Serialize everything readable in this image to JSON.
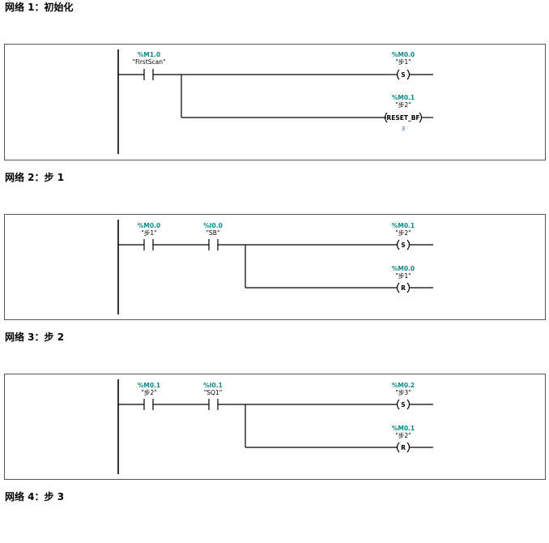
{
  "networks": [
    {
      "title": "网络 1：初始化",
      "contacts": [
        {
          "address": "%M1.0",
          "symbol": "\"FirstScan\""
        }
      ],
      "coils": [
        {
          "address": "%M0.0",
          "symbol": "\"步1\"",
          "type": "S",
          "param": ""
        },
        {
          "address": "%M0.1",
          "symbol": "\"步2\"",
          "type": "RESET_BF",
          "param": "3"
        }
      ]
    },
    {
      "title": "网络 2：步 1",
      "contacts": [
        {
          "address": "%M0.0",
          "symbol": "\"步1\""
        },
        {
          "address": "%I0.0",
          "symbol": "\"SB\""
        }
      ],
      "coils": [
        {
          "address": "%M0.1",
          "symbol": "\"步2\"",
          "type": "S",
          "param": ""
        },
        {
          "address": "%M0.0",
          "symbol": "\"步1\"",
          "type": "R",
          "param": ""
        }
      ]
    },
    {
      "title": "网络 3：步 2",
      "contacts": [
        {
          "address": "%M0.1",
          "symbol": "\"步2\""
        },
        {
          "address": "%I0.1",
          "symbol": "\"SQ1\""
        }
      ],
      "coils": [
        {
          "address": "%M0.2",
          "symbol": "\"步3\"",
          "type": "S",
          "param": ""
        },
        {
          "address": "%M0.1",
          "symbol": "\"步2\"",
          "type": "R",
          "param": ""
        }
      ]
    },
    {
      "title": "网络 4：步 3",
      "contacts": [],
      "coils": []
    }
  ]
}
